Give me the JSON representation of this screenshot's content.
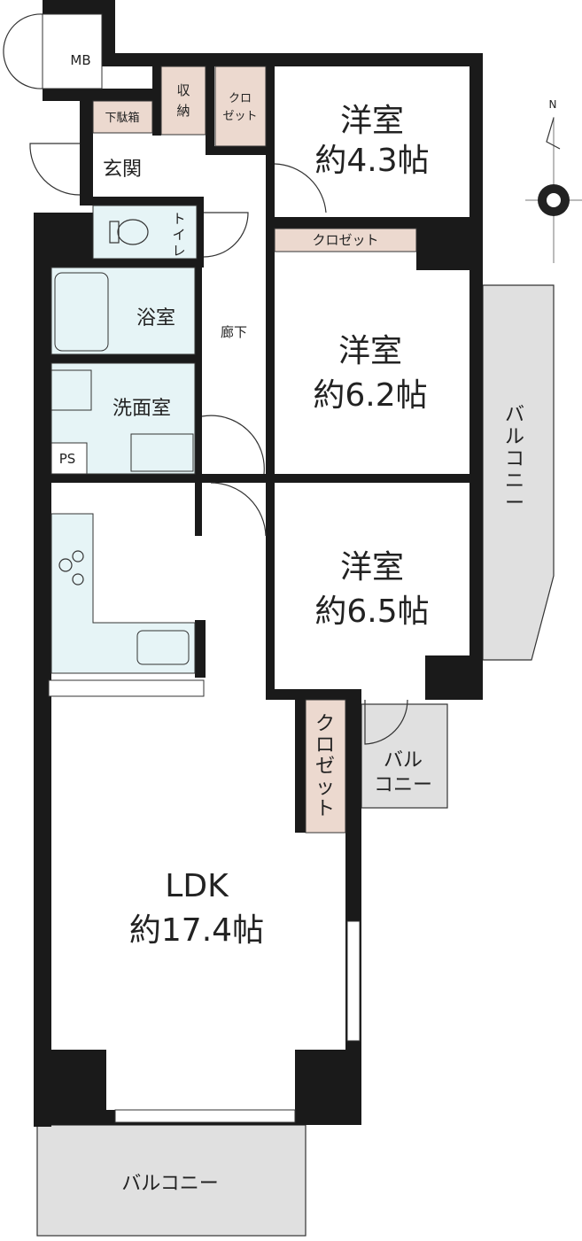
{
  "compass": {
    "north": "N"
  },
  "rooms": {
    "mb": "MB",
    "storage": [
      "収",
      "納"
    ],
    "closet_top": [
      "クロ",
      "ゼット"
    ],
    "shoe_box": "下駄箱",
    "entrance": "玄関",
    "toilet": [
      "ト",
      "イ",
      "レ"
    ],
    "bath": "浴室",
    "washroom": "洗面室",
    "ps": "PS",
    "hallway": "廊下",
    "western1": {
      "name": "洋室",
      "size": "約4.3帖"
    },
    "closet_w2": "クロゼット",
    "western2": {
      "name": "洋室",
      "size": "約6.2帖"
    },
    "western3": {
      "name": "洋室",
      "size": "約6.5帖"
    },
    "balcony_right": [
      "バ",
      "ル",
      "コ",
      "ニ",
      "ー"
    ],
    "balcony_small": [
      "バル",
      "コニー"
    ],
    "closet_ldk": [
      "ク",
      "ロ",
      "ゼ",
      "ッ",
      "ト"
    ],
    "ldk": {
      "name": "LDK",
      "size": "約17.4帖"
    },
    "balcony_bottom": "バルコニー"
  }
}
